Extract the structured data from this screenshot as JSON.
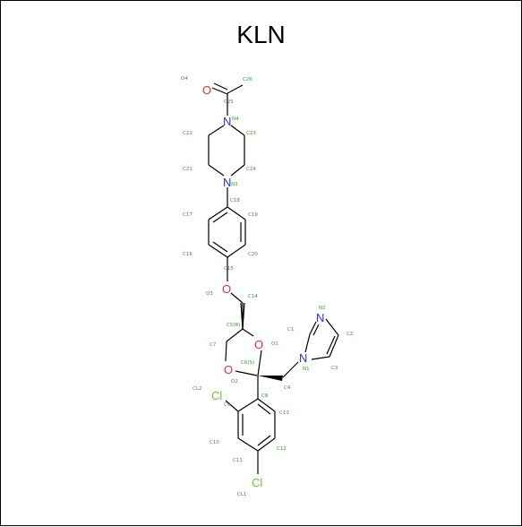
{
  "title": "KLN",
  "colors": {
    "carbon_bond": "#000000",
    "oxygen": "#e53030",
    "nitrogen": "#2233dd",
    "chlorine": "#66cc22",
    "atom_label": "#2e9e2e"
  },
  "heteroatoms": {
    "O4": "O",
    "O3": "O",
    "O1": "O",
    "O2": "O",
    "N4": "N",
    "N3": "N",
    "N1": "N",
    "N2": "N",
    "CL2": "Cl",
    "CL1": "Cl"
  },
  "atom_labels": {
    "O4": "O4",
    "C26": "C26",
    "C25": "C25",
    "N4": "N4",
    "C22": "C22",
    "C23": "C23",
    "C21": "C21",
    "C24": "C24",
    "N3": "N3",
    "C18": "C18",
    "C17": "C17",
    "C19": "C19",
    "C16": "C16",
    "C20": "C20",
    "C15": "C15",
    "O3": "O3",
    "C14": "C14",
    "C5": "C5(R)",
    "C7": "C7",
    "O1": "O1",
    "C6": "C6(S)",
    "O2": "O2",
    "C4": "C4",
    "N1": "N1",
    "C1": "C1",
    "N2": "N2",
    "C2": "C2",
    "C3": "C3",
    "CL2": "CL2",
    "C9": "C9",
    "C8": "C8",
    "C13": "C13",
    "C10": "C10",
    "C12": "C12",
    "C11": "C11",
    "CL1": "CL1"
  }
}
